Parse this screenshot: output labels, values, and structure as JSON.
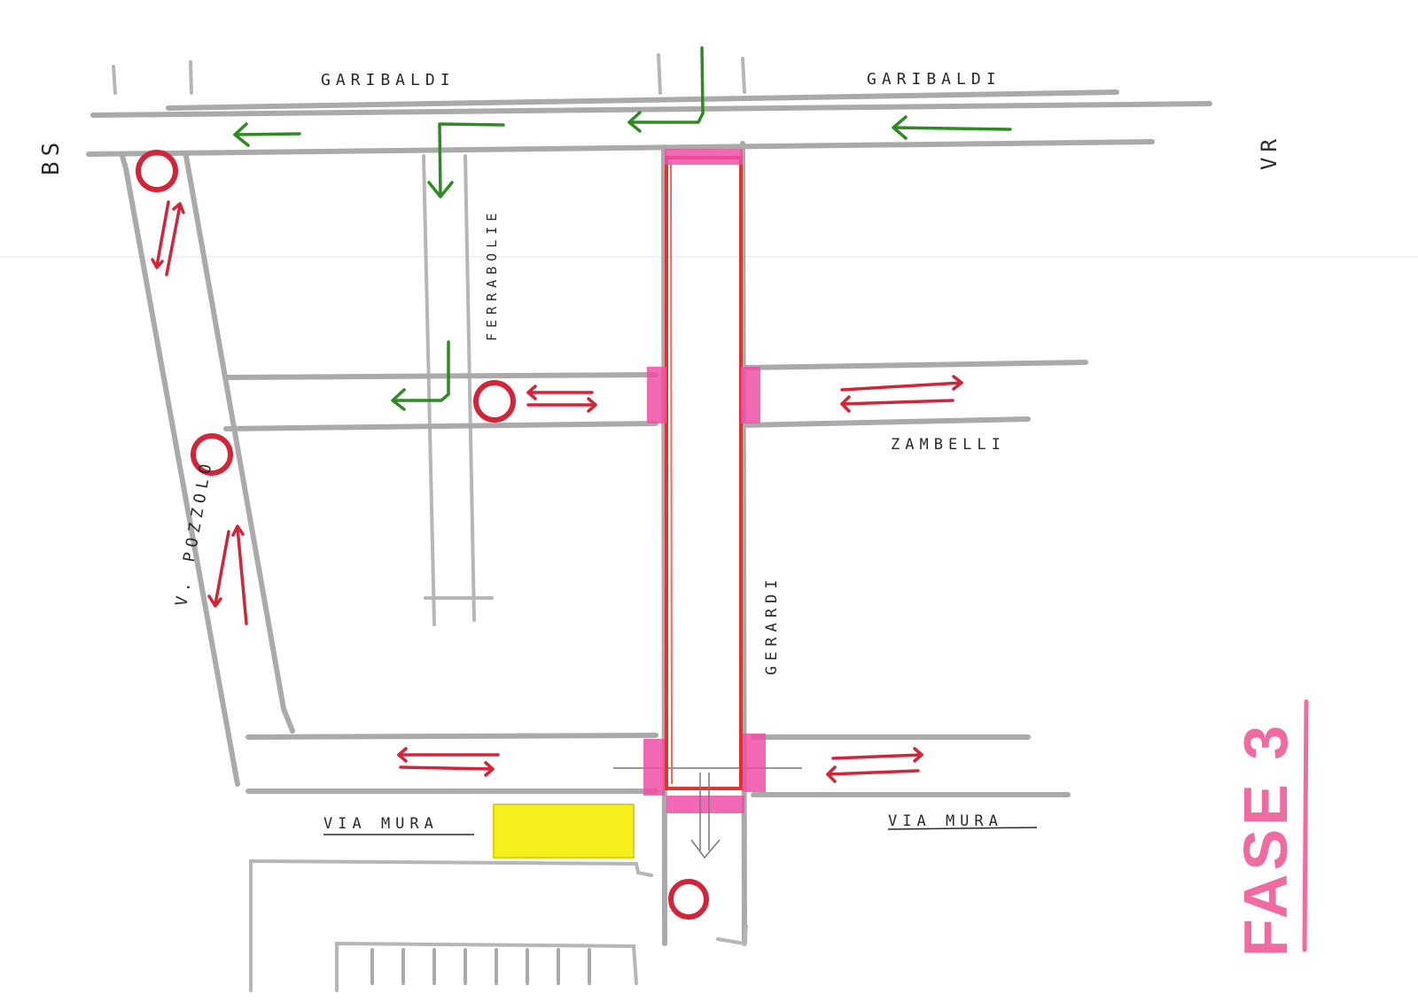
{
  "labels": {
    "garibaldi_left": "GARIBALDI",
    "garibaldi_right": "GARIBALDI",
    "bs": "BS",
    "vr": "VR",
    "ferrabolie": "FERRABOLIE",
    "zambelli": "ZAMBELLI",
    "pozzolo": "V. POZZOLO",
    "gerardi": "GERARDI",
    "mura_left": "VIA MURA",
    "mura_right": "VIA MURA",
    "phase": "FASE 3"
  },
  "colors": {
    "road": "#a9aaa9",
    "two_way_arrow": "#d3243a",
    "one_way_arrow": "#2e8a22",
    "closed_section": "#d3243a",
    "barrier": "#ef4fa4",
    "parking": "#f6ef1d",
    "phase_title": "#ef6ba2"
  },
  "legend_semantics": {
    "green_arrow": "one-way traffic",
    "red_double_arrow": "two-way traffic",
    "red_circle": "closed / no access",
    "pink_block": "barrier",
    "yellow_block": "parking area"
  }
}
